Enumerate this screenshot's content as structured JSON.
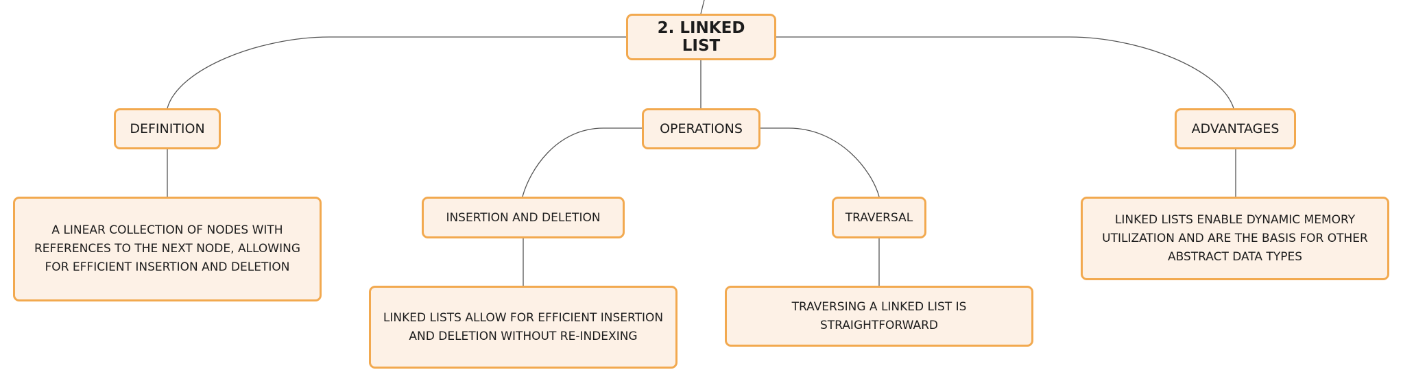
{
  "diagram": {
    "root": "2. LINKED LIST",
    "branches": {
      "definition": {
        "label": "DEFINITION",
        "detail": "A LINEAR COLLECTION OF NODES WITH REFERENCES TO THE NEXT NODE, ALLOWING FOR EFFICIENT INSERTION AND DELETION"
      },
      "operations": {
        "label": "OPERATIONS",
        "insertion": {
          "label": "INSERTION AND DELETION",
          "detail": "LINKED LISTS ALLOW FOR EFFICIENT INSERTION AND DELETION WITHOUT RE-INDEXING"
        },
        "traversal": {
          "label": "TRAVERSAL",
          "detail": "TRAVERSING A LINKED LIST IS STRAIGHTFORWARD"
        }
      },
      "advantages": {
        "label": "ADVANTAGES",
        "detail": "LINKED LISTS ENABLE DYNAMIC MEMORY UTILIZATION AND ARE THE BASIS FOR OTHER ABSTRACT DATA TYPES"
      }
    }
  },
  "colors": {
    "node_fill": "#fdf1e6",
    "node_border": "#f2a94f",
    "connector": "#555555"
  }
}
